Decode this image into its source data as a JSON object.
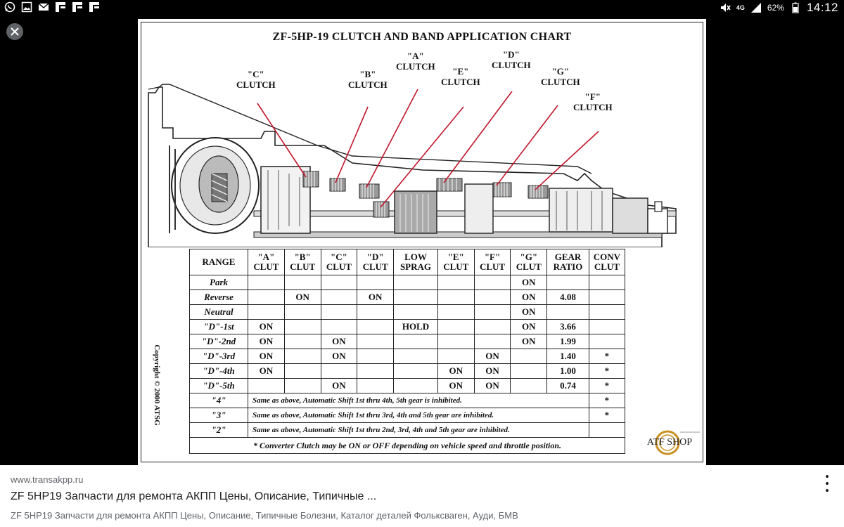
{
  "status_bar": {
    "battery": "62%",
    "network": "4G",
    "time": "14:12"
  },
  "document": {
    "title": "ZF-5HP-19 CLUTCH AND BAND APPLICATION CHART",
    "labels": {
      "c": "\"C\"\nCLUTCH",
      "b": "\"B\"\nCLUTCH",
      "a": "\"A\"\nCLUTCH",
      "e": "\"E\"\nCLUTCH",
      "d": "\"D\"\nCLUTCH",
      "g": "\"G\"\nCLUTCH",
      "f": "\"F\"\nCLUTCH"
    },
    "table": {
      "headers": [
        "RANGE",
        "\"A\"\nCLUT",
        "\"B\"\nCLUT",
        "\"C\"\nCLUT",
        "\"D\"\nCLUT",
        "LOW\nSPRAG",
        "\"E\"\nCLUT",
        "\"F\"\nCLUT",
        "\"G\"\nCLUT",
        "GEAR\nRATIO",
        "CONV\nCLUT"
      ],
      "rows": [
        [
          "Park",
          "",
          "",
          "",
          "",
          "",
          "",
          "",
          "ON",
          "",
          ""
        ],
        [
          "Reverse",
          "",
          "ON",
          "",
          "ON",
          "",
          "",
          "",
          "ON",
          "4.08",
          ""
        ],
        [
          "Neutral",
          "",
          "",
          "",
          "",
          "",
          "",
          "",
          "ON",
          "",
          ""
        ],
        [
          "\"D\"-1st",
          "ON",
          "",
          "",
          "",
          "HOLD",
          "",
          "",
          "ON",
          "3.66",
          ""
        ],
        [
          "\"D\"-2nd",
          "ON",
          "",
          "ON",
          "",
          "",
          "",
          "",
          "ON",
          "1.99",
          ""
        ],
        [
          "\"D\"-3rd",
          "ON",
          "",
          "ON",
          "",
          "",
          "",
          "ON",
          "",
          "1.40",
          "*"
        ],
        [
          "\"D\"-4th",
          "ON",
          "",
          "",
          "",
          "",
          "ON",
          "ON",
          "",
          "1.00",
          "*"
        ],
        [
          "\"D\"-5th",
          "",
          "",
          "ON",
          "",
          "",
          "ON",
          "ON",
          "",
          "0.74",
          "*"
        ]
      ],
      "notes": [
        {
          "range": "\"4\"",
          "text": "Same as above,  Automatic Shift 1st thru 4th,  5th gear is inhibited.",
          "conv": "*"
        },
        {
          "range": "\"3\"",
          "text": "Same as above,  Automatic Shift 1st thru 3rd,  4th and 5th gear are inhibited.",
          "conv": "*"
        },
        {
          "range": "\"2\"",
          "text": "Same as above,  Automatic Shift 1st thru 2nd,  3rd, 4th and 5th gear are inhibited.",
          "conv": ""
        }
      ],
      "footer": "* Converter Clutch may be ON or OFF depending on vehicle speed and throttle position."
    },
    "copyright": "Copyright © 2000 ATSG",
    "logo_text": "ATF SHOP"
  },
  "caption": {
    "domain": "www.transakpp.ru",
    "title": "ZF 5HP19 Запчасти для ремонта АКПП Цены, Описание, Типичные ...",
    "description": "ZF 5HP19 Запчасти для ремонта АКПП Цены, Описание, Типичные Болезни, Каталог деталей Фольксваген, Ауди, БМВ"
  }
}
